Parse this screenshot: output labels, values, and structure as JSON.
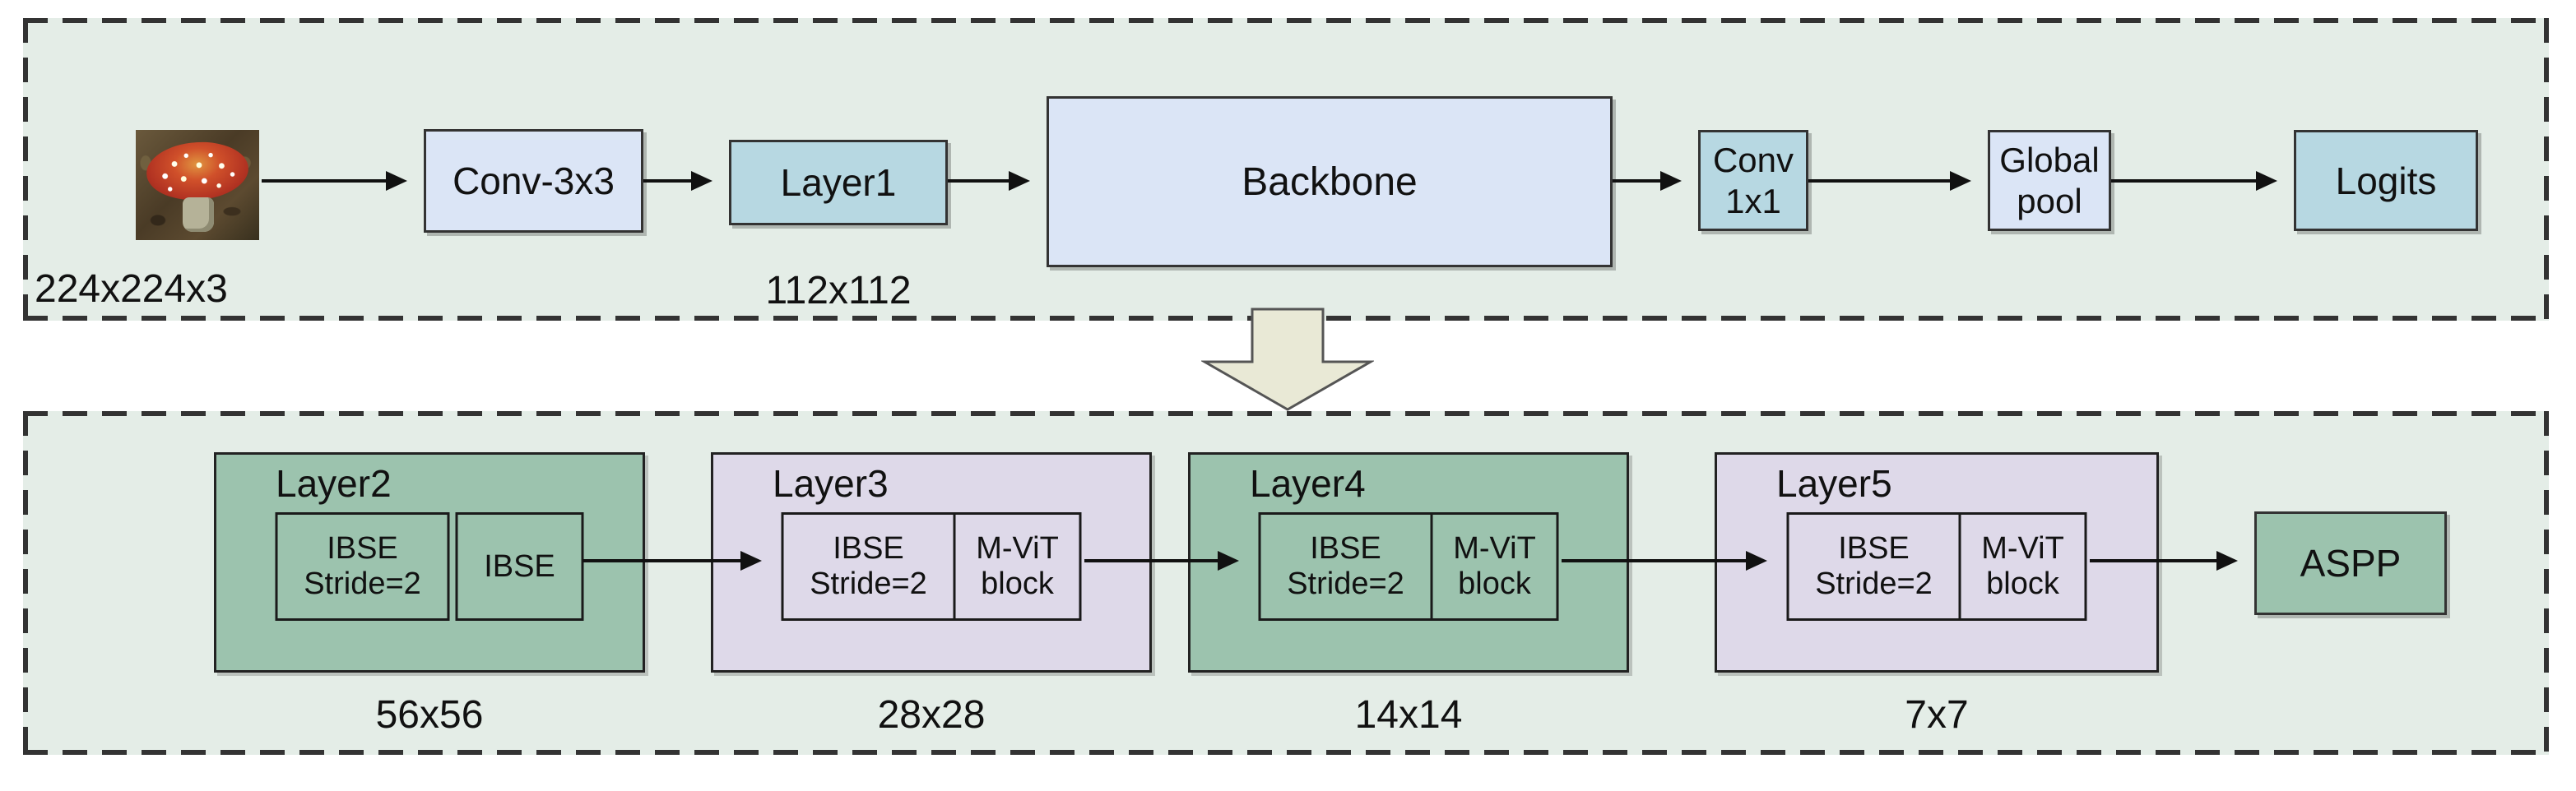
{
  "colors": {
    "panel_background": "#e4ede7",
    "panel_dash_border": "#333333",
    "lavender_box": "#dbe5f6",
    "teal_box": "#b7d8e2",
    "green_card": "#9cc3ae",
    "lilac_card": "#ded9e9",
    "aspp_box": "#9cc3ae",
    "block_arrow_fill": "#e9e9d6",
    "flow_arrow": "#111111"
  },
  "top_panel": {
    "input_dim_label": "224x224x3",
    "conv3x3_label": "Conv-3x3",
    "layer1_label": "Layer1",
    "layer1_dim_label": "112x112",
    "backbone_label": "Backbone",
    "conv1x1_line1": "Conv",
    "conv1x1_line2": "1x1",
    "global_pool_line1": "Global",
    "global_pool_line2": "pool",
    "logits_label": "Logits"
  },
  "bottom_panel": {
    "layers": [
      {
        "title": "Layer2",
        "block1_line1": "IBSE",
        "block1_line2": "Stride=2",
        "block2_line1": "IBSE",
        "dim_label": "56x56"
      },
      {
        "title": "Layer3",
        "block1_line1": "IBSE",
        "block1_line2": "Stride=2",
        "block2_line1": "M-ViT",
        "block2_line2": "block",
        "dim_label": "28x28"
      },
      {
        "title": "Layer4",
        "block1_line1": "IBSE",
        "block1_line2": "Stride=2",
        "block2_line1": "M-ViT",
        "block2_line2": "block",
        "dim_label": "14x14"
      },
      {
        "title": "Layer5",
        "block1_line1": "IBSE",
        "block1_line2": "Stride=2",
        "block2_line1": "M-ViT",
        "block2_line2": "block",
        "dim_label": "7x7"
      }
    ],
    "aspp_label": "ASPP"
  }
}
